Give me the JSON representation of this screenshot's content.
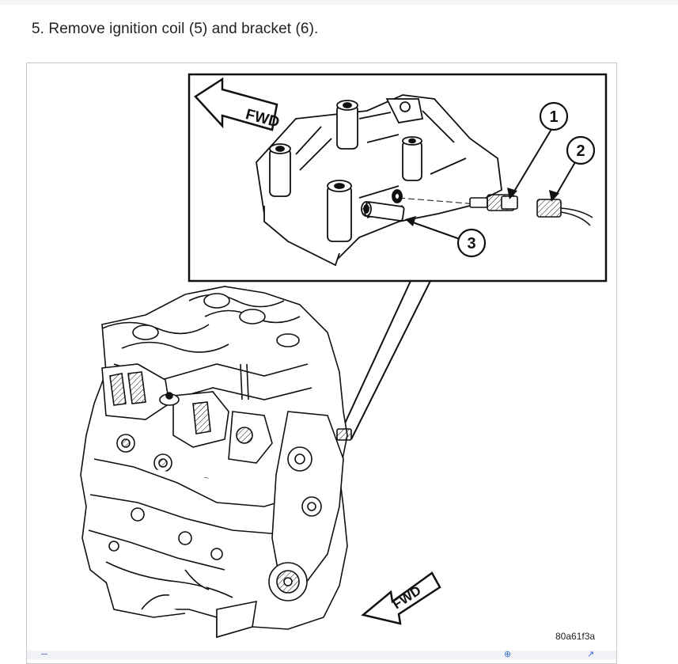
{
  "instruction": {
    "text": "5. Remove ignition coil (5) and bracket (6)."
  },
  "figure": {
    "inset_labels": {
      "fwd_top": "FWD",
      "callout_1": "1",
      "callout_2": "2",
      "callout_3": "3"
    },
    "fwd_bottom": "FWD",
    "figure_code": "80a61f3a"
  },
  "colors": {
    "line": "#111111",
    "frame_border": "#c8c8c8",
    "toolbar_bg": "#f0f2f5",
    "toolbar_icon": "#3b6ec4"
  },
  "icons": [
    "menu-icon",
    "zoom-icon",
    "expand-icon"
  ]
}
